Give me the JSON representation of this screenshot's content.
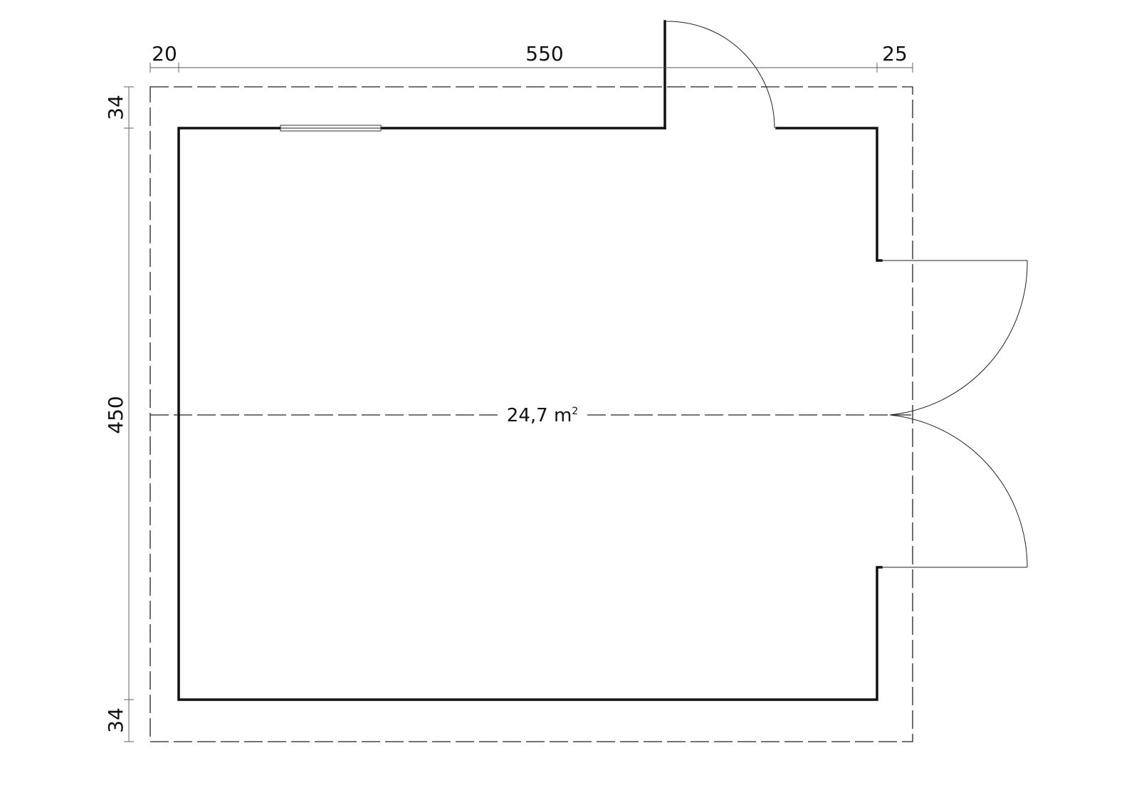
{
  "dimensions": {
    "top_left": "20",
    "top_middle": "550",
    "top_right": "25",
    "left_top": "34",
    "left_middle": "450",
    "left_bottom": "34"
  },
  "area": {
    "value": "24,7 m",
    "superscript": "2"
  },
  "colors": {
    "lines": "#111111",
    "background": "#ffffff"
  }
}
